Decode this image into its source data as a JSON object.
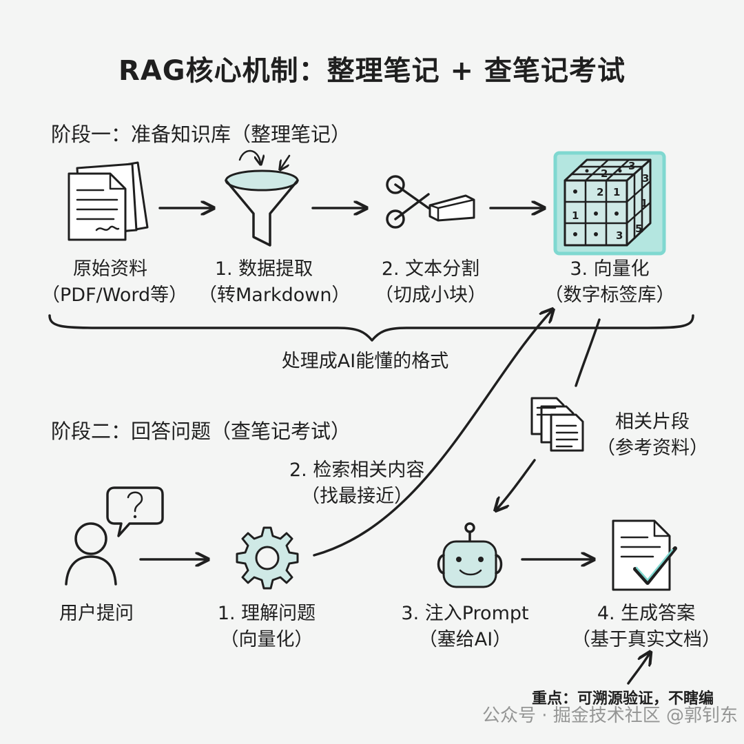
{
  "title": "RAG核心机制：整理笔记 + 查笔记考试",
  "stage1": {
    "heading": "阶段一：准备知识库（整理笔记）",
    "steps": [
      {
        "line1": "原始资料",
        "line2": "（PDF/Word等）",
        "icon": "documents-icon"
      },
      {
        "line1": "1. 数据提取",
        "line2": "（转Markdown）",
        "icon": "funnel-icon"
      },
      {
        "line1": "2. 文本分割",
        "line2": "（切成小块）",
        "icon": "scissors-icon"
      },
      {
        "line1": "3. 向量化",
        "line2": "（数字标签库）",
        "icon": "vector-cube-icon"
      }
    ],
    "brace_label": "处理成AI能懂的格式"
  },
  "stage2": {
    "heading": "阶段二：回答问题（查笔记考试）",
    "steps": [
      {
        "line1": "用户提问",
        "line2": "",
        "icon": "user-question-icon"
      },
      {
        "line1": "1. 理解问题",
        "line2": "（向量化）",
        "icon": "gear-icon"
      },
      {
        "line1": "3. 注入Prompt",
        "line2": "（塞给AI）",
        "icon": "robot-icon"
      },
      {
        "line1": "4. 生成答案",
        "line2": "（基于真实文档）",
        "icon": "answer-document-icon"
      }
    ],
    "retrieve": {
      "line1": "2. 检索相关内容",
      "line2": "（找最接近）"
    },
    "fragments": {
      "line1": "相关片段",
      "line2": "（参考资料）",
      "icon": "fragments-icon"
    },
    "note": "重点：可溯源验证，不瞎编"
  },
  "watermark": "公众号 · 掘金技术社区 @郭钊东",
  "colors": {
    "accent": "#cfe9e6",
    "glow": "#7fd8d0",
    "ink": "#1f1f1f",
    "background": "#f4f5f4"
  }
}
